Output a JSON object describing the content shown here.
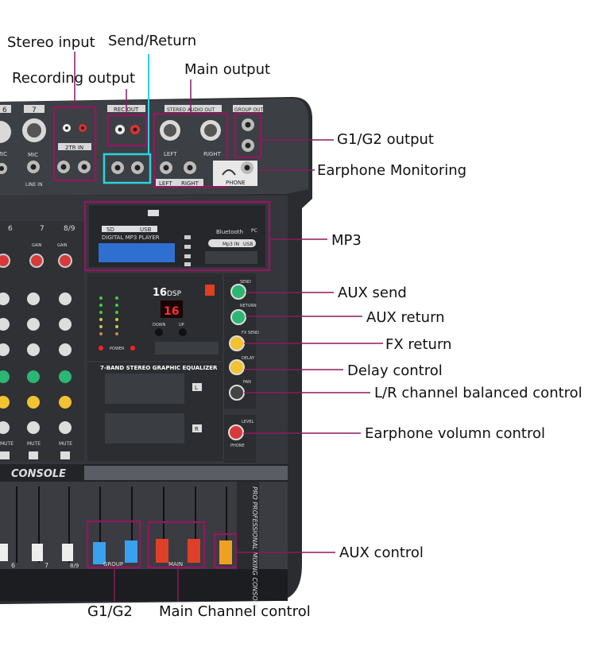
{
  "callouts": {
    "stereo_input": "Stereo input",
    "send_return": "Send/Return",
    "recording_output": "Recording output",
    "main_output": "Main output",
    "g1g2_output": "G1/G2 output",
    "earphone_monitoring": "Earphone Monitoring",
    "mp3": "MP3",
    "aux_send": "AUX send",
    "aux_return": "AUX return",
    "fx_return": "FX return",
    "delay_control": "Delay control",
    "lr_balance": "L/R channel balanced control",
    "earphone_volume": "Earphone volumn control",
    "aux_control": "AUX control",
    "g1g2": "G1/G2",
    "main_channel": "Main Channel control"
  },
  "panel_labels": {
    "ch6": "6",
    "ch7": "7",
    "ch6b": "6",
    "ch7b": "7",
    "ch89": "8/9",
    "mic": "MIC",
    "mic2": "MIC",
    "line_in": "LINE IN",
    "two_tr_in": "2TR IN",
    "rec_out": "REC OUT",
    "stereo_audio_out": "STEREO AUDIO OUT",
    "group_out": "GROUP OUT",
    "left": "LEFT",
    "right": "RIGHT",
    "left2": "LEFT",
    "right2": "RIGHT",
    "phone": "PHONE",
    "sd": "SD",
    "usb": "USB",
    "digital_mp3_player": "DIGITAL MP3 PLAYER",
    "bluetooth": "Bluetooth",
    "pc": "PC",
    "mp3_in": "Mp3 IN",
    "usb2": "USB",
    "dsp_16": "16",
    "dsp_label": "DSP",
    "dsp_display": "16",
    "down": "DOWN",
    "up": "UP",
    "power": "POWER",
    "eq_title": "7-BAND STEREO GRAPHIC EQUALIZER",
    "send": "SEND",
    "return": "RETURN",
    "fx_send": "FX SEND",
    "delay": "DELAY",
    "pan": "PAN",
    "level": "LEVEL",
    "phone2": "PHONE",
    "gain": "GAIN",
    "gain2": "GAIN",
    "mute": "MUTE",
    "mute2": "MUTE",
    "mute3": "MUTE",
    "console": "CONSOLE",
    "group": "GROUP",
    "main": "MAIN",
    "eq_L": "L",
    "eq_R": "R",
    "ch6c": "6",
    "ch7c": "7",
    "ch89c": "8/9",
    "side_text": "PRO PROFESSIONAL MIXING CONSOLE"
  },
  "colors": {
    "body": "#3a3c40",
    "body_dark": "#202226",
    "panel": "#4a4d53",
    "highlight": "#8b1a5e",
    "cyan": "#28d4e0",
    "knob_green": "#2bb673",
    "knob_yellow": "#f2c230",
    "knob_red": "#d83a3a",
    "fader_blue": "#3aa0f0",
    "fader_red": "#e0402a",
    "fader_orange": "#f0a020"
  }
}
